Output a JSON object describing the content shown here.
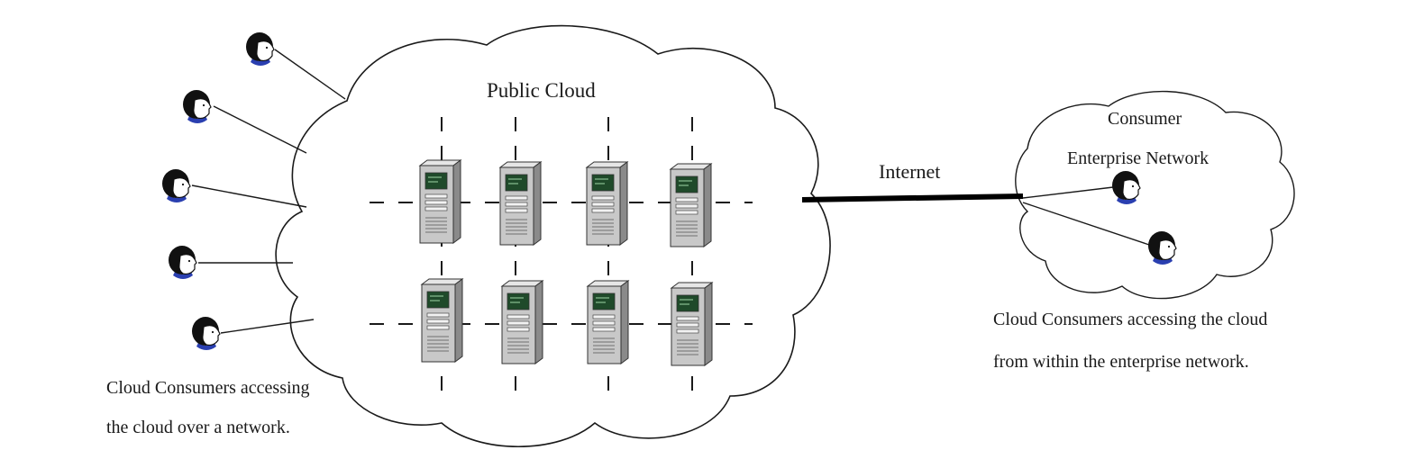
{
  "public_cloud": {
    "title": "Public Cloud"
  },
  "internet": {
    "label": "Internet"
  },
  "enterprise": {
    "title_line1": "Consumer",
    "title_line2": "Enterprise Network"
  },
  "captions": {
    "left_line1": "Cloud Consumers accessing",
    "left_line2": "the cloud over a network.",
    "right_line1": "Cloud Consumers accessing the cloud",
    "right_line2": "from within the enterprise network."
  },
  "servers": {
    "rows": 2,
    "columns": 4
  },
  "consumers": {
    "external_count": 5,
    "enterprise_count": 2
  },
  "colors": {
    "line": "#1a1a1a",
    "server_body": "#c8c8c8",
    "screen": "#1f4a2a",
    "collar": "#2a3fb0"
  }
}
